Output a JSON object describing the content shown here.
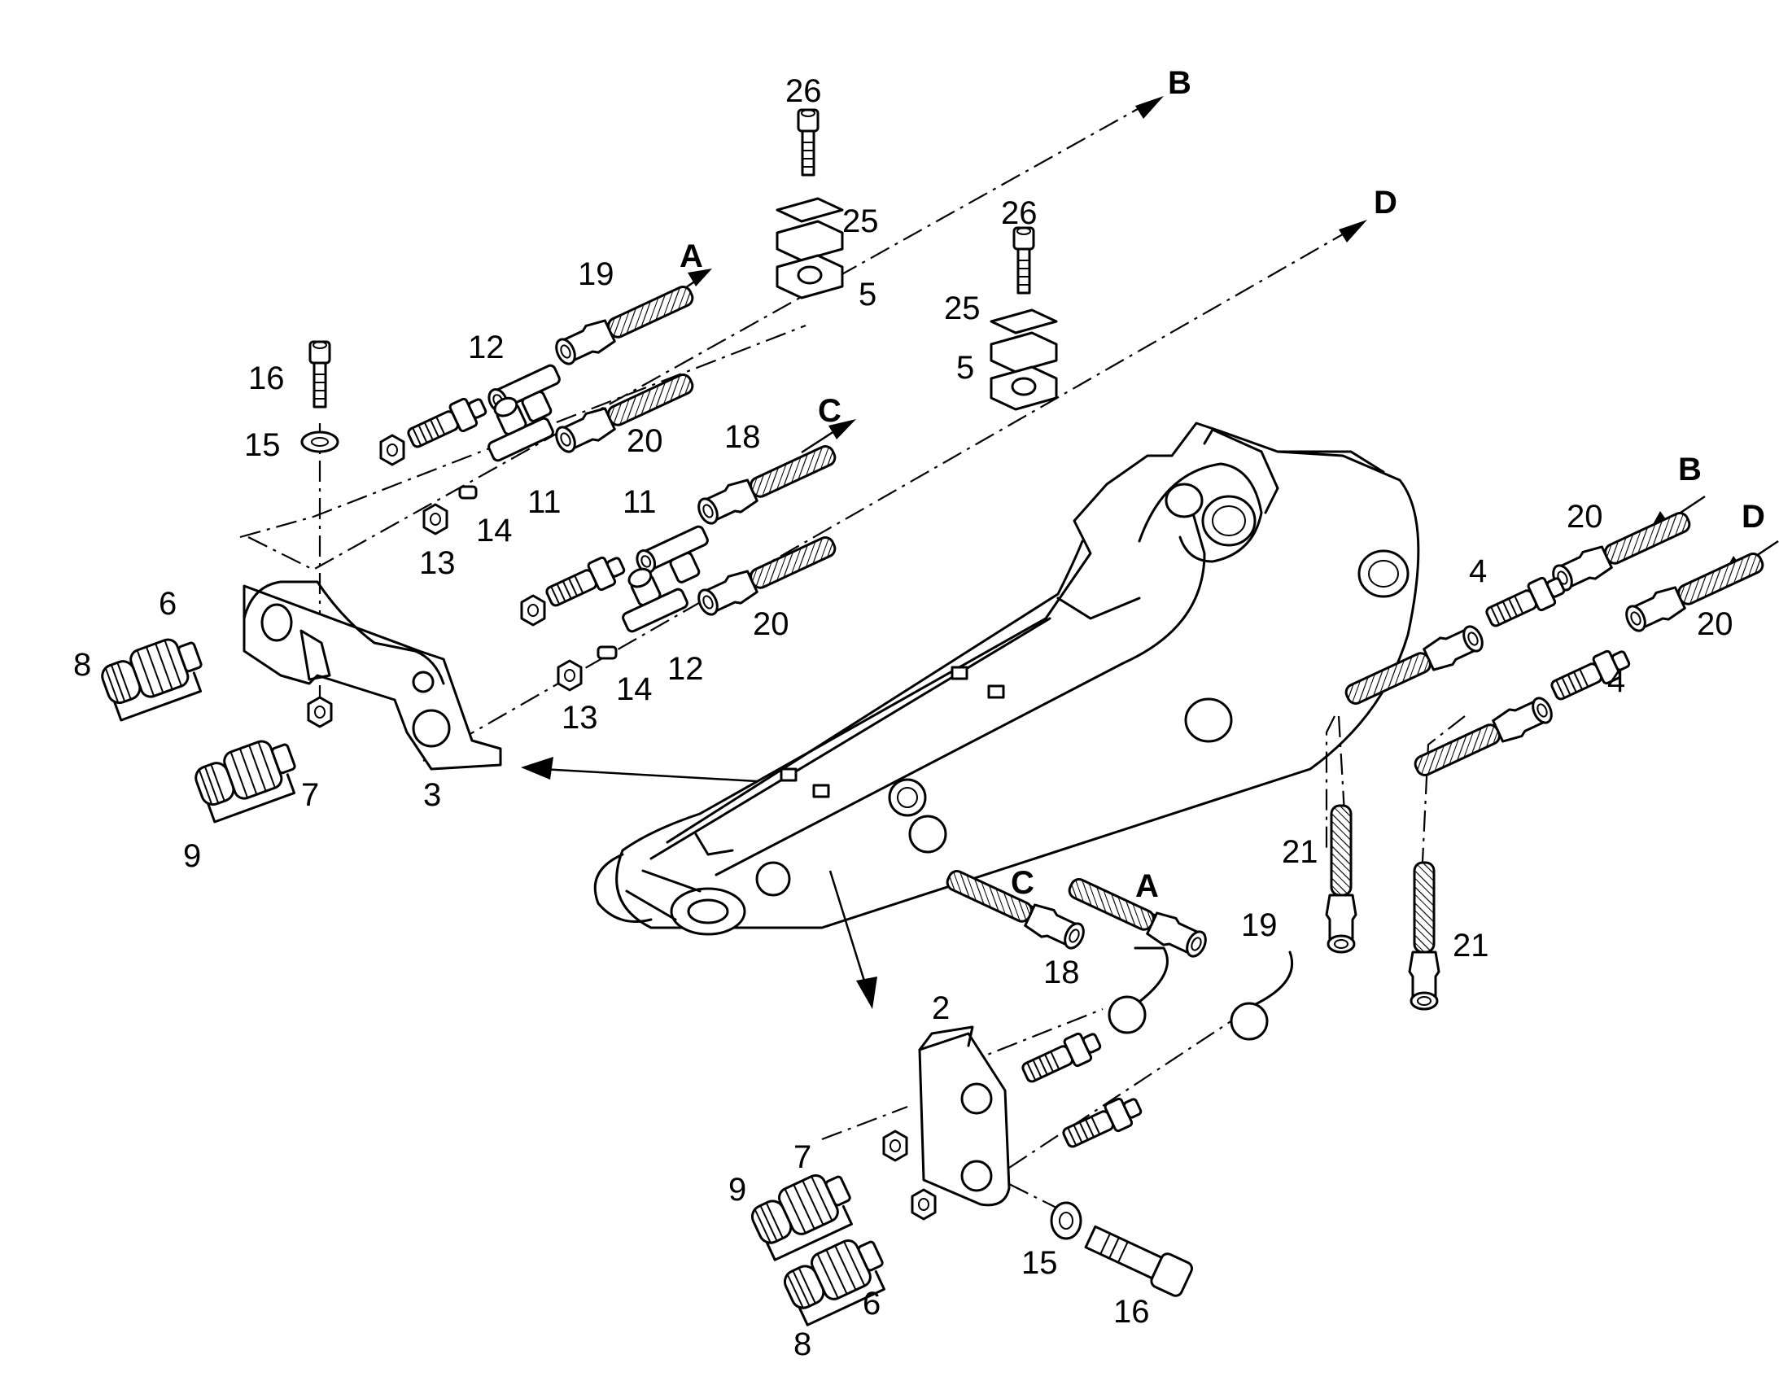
{
  "labels": {
    "n2": "2",
    "n3": "3",
    "n4a": "4",
    "n4b": "4",
    "n5a": "5",
    "n5b": "5",
    "n6a": "6",
    "n6b": "6",
    "n7a": "7",
    "n7b": "7",
    "n8a": "8",
    "n8b": "8",
    "n9a": "9",
    "n9b": "9",
    "n11a": "11",
    "n11b": "11",
    "n12a": "12",
    "n12b": "12",
    "n13a": "13",
    "n13b": "13",
    "n14a": "14",
    "n14b": "14",
    "n15a": "15",
    "n15b": "15",
    "n16a": "16",
    "n16b": "16",
    "n18a": "18",
    "n18b": "18",
    "n19a": "19",
    "n19b": "19",
    "n20a": "20",
    "n20b": "20",
    "n20c": "20",
    "n20d": "20",
    "n21a": "21",
    "n21b": "21",
    "n25a": "25",
    "n25b": "25",
    "n26a": "26",
    "n26b": "26",
    "A1": "A",
    "A2": "A",
    "B1": "B",
    "B2": "B",
    "C1": "C",
    "C2": "C",
    "D1": "D",
    "D2": "D"
  }
}
